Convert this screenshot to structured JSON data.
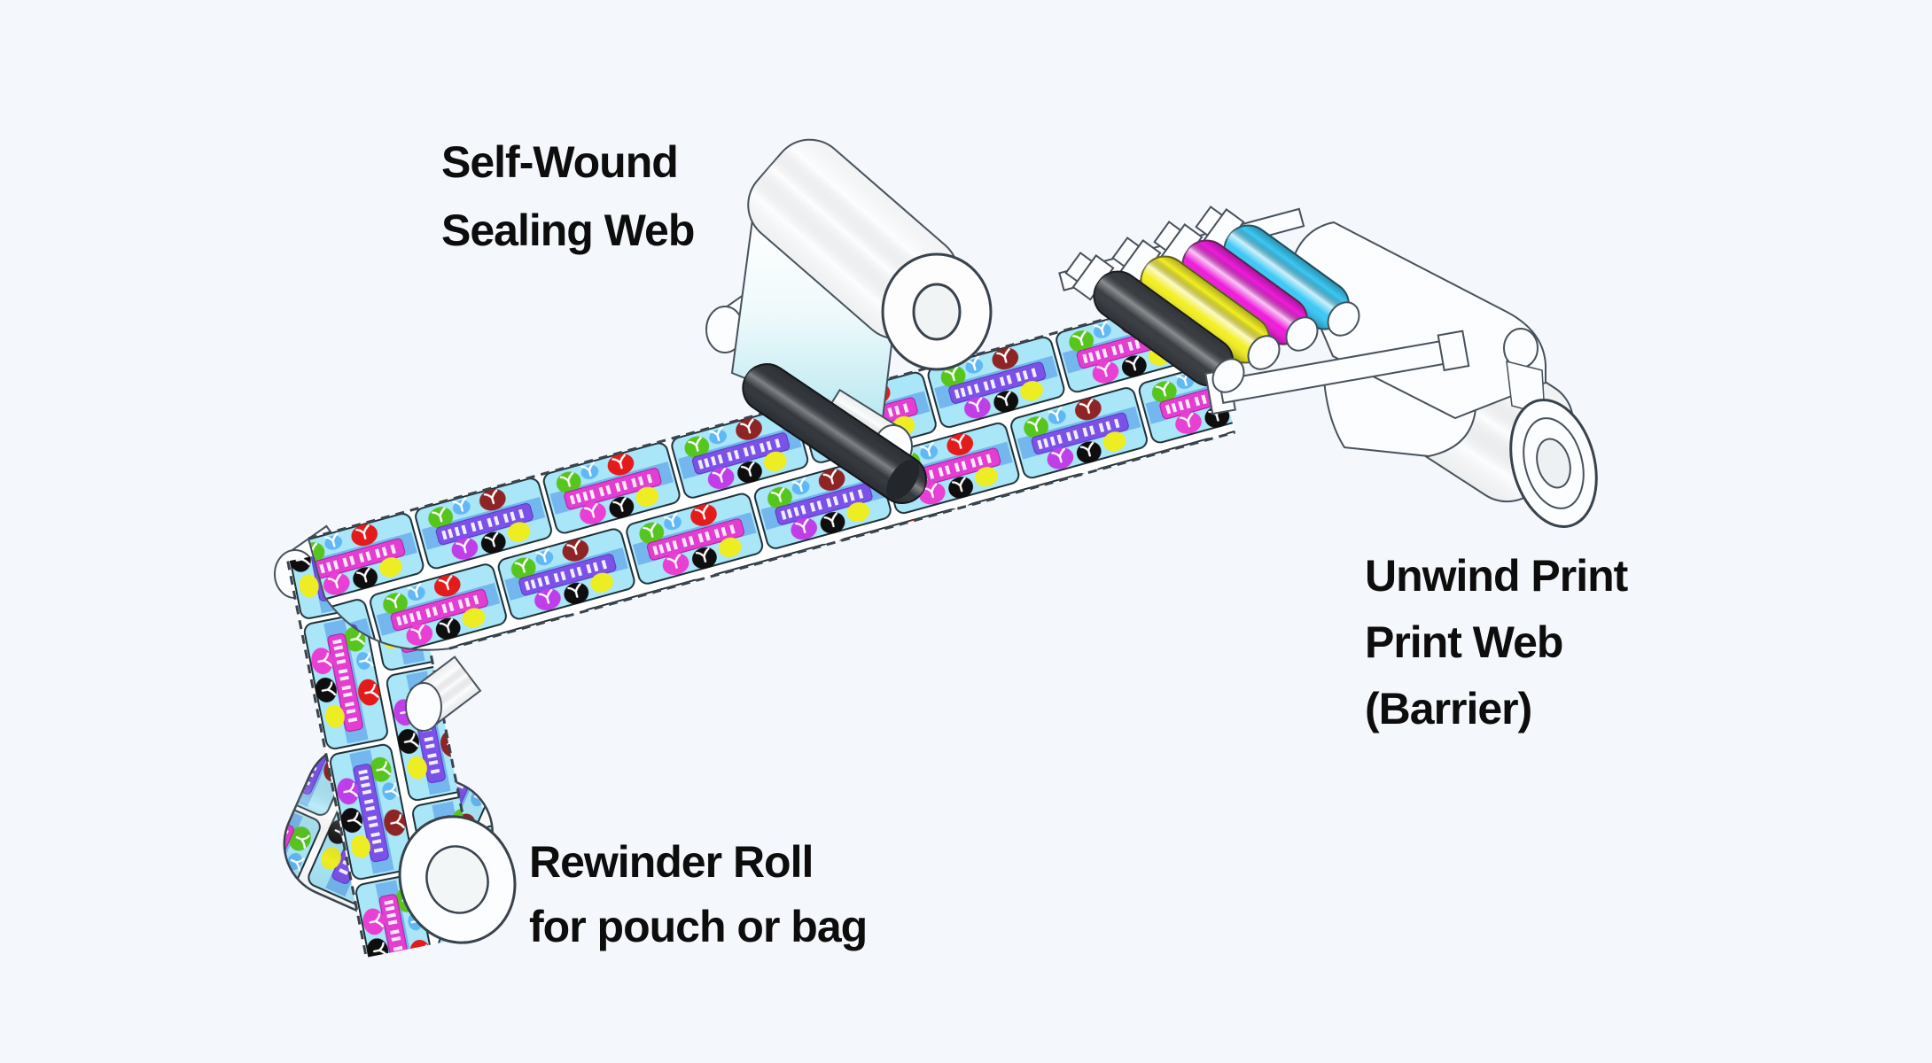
{
  "labels": {
    "sealing_web": {
      "line1": "Self-Wound",
      "line2": "Sealing Web"
    },
    "unwind_roll": {
      "line1": "Unwind Print",
      "line2": "Print Web",
      "line3": "(Barrier)"
    },
    "rewinder_roll": {
      "line1": "Rewinder Roll",
      "line2": "for pouch or bag"
    }
  },
  "colors": {
    "background": "#f4f7fc",
    "ink_black": "#3a3e43",
    "ink_yellow": "#f2ef25",
    "ink_magenta": "#ef1ddb",
    "ink_cyan": "#3cc9f5",
    "nip_roller_dark": "#34383d",
    "label_bg": "#a9e6f8",
    "label_stripe": "#74b6ee",
    "label_bar_magenta": "#e23ed2",
    "label_bar_purple": "#7a52e8",
    "sealing_web_tint": "#b2e7ef",
    "outline": "#47525c"
  },
  "parts": [
    "self-wound-sealing-web-roll",
    "laminating-nip-roller",
    "printed-label-web",
    "cmyk-print-rollers",
    "unwind-print-web-roll",
    "rewinder-roll",
    "idler-rollers"
  ]
}
